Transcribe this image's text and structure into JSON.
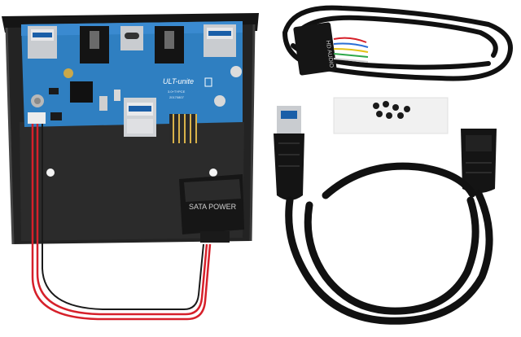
{
  "product": {
    "board_brand": "ULT-unite",
    "board_model": "3.0+TYPCE",
    "board_date": "20170807",
    "connector_label": "SATA POWER",
    "header_label": "HD AUDIO"
  },
  "colors": {
    "background": "#ffffff",
    "pcb": "#2f7fc1",
    "bracket": "#1b1b1b",
    "cable": "#111111",
    "wire_red": "#d6202a",
    "port_metal": "#c9ccd0"
  }
}
